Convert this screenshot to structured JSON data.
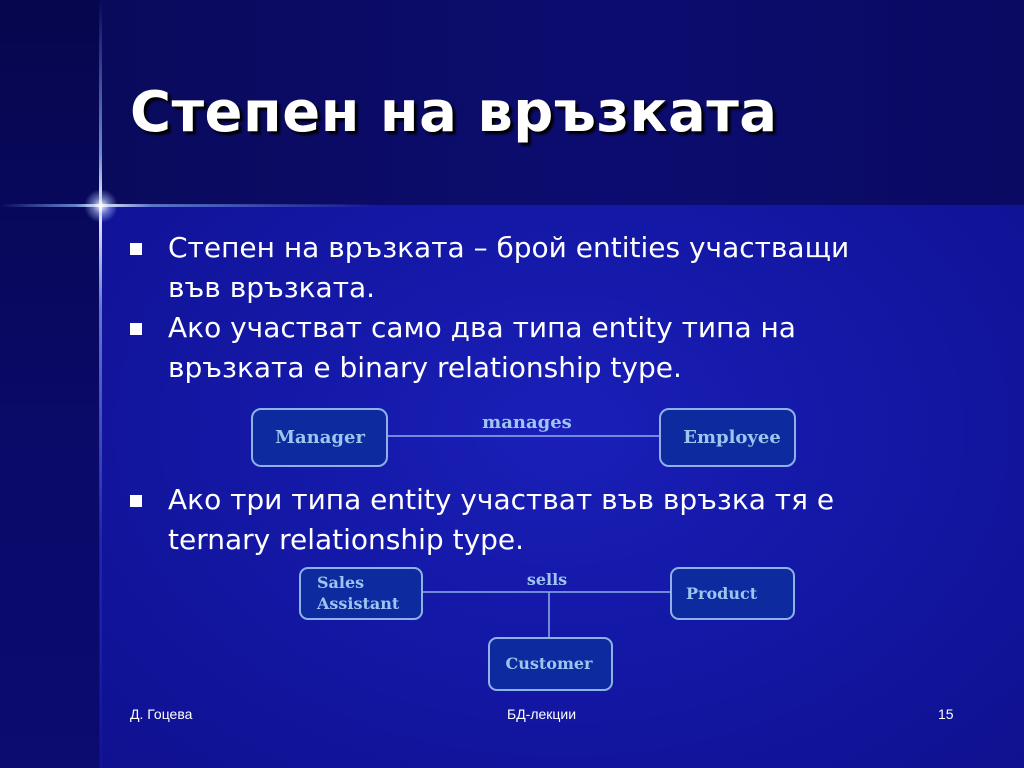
{
  "slide": {
    "title": "Степен на връзката",
    "bullets": [
      "Степен на връзката – брой entities участващи във връзката.",
      "Ако участват само два типа entity типа на връзката е binary relationship type.",
      "Ако три типа entity участват във връзка тя е ternary relationship type."
    ]
  },
  "binary_diagram": {
    "entity_left": "Manager",
    "entity_right": "Employee",
    "relationship": "manages"
  },
  "ternary_diagram": {
    "entity_left_line1": "Sales",
    "entity_left_line2": "Assistant",
    "entity_right": "Product",
    "entity_bottom": "Customer",
    "relationship": "sells"
  },
  "footer": {
    "author": "Д. Гоцева",
    "course": "БД-лекции",
    "page_number": "15"
  },
  "colors": {
    "background": "#1418a6",
    "box_fill": "#0d2a9e",
    "box_border": "#8fb0e8",
    "diagram_text": "#9fc4f0",
    "text": "#ffffff"
  }
}
